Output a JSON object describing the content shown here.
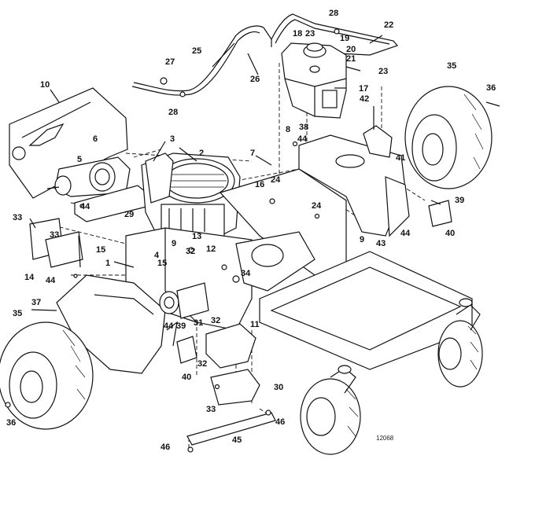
{
  "diagram": {
    "reference_number": "12068",
    "part_callouts": [
      "1",
      "2",
      "3",
      "4",
      "5",
      "6",
      "7",
      "8",
      "9",
      "9",
      "10",
      "11",
      "12",
      "13",
      "14",
      "15",
      "15",
      "16",
      "17",
      "18",
      "19",
      "20",
      "21",
      "22",
      "23",
      "23",
      "24",
      "24",
      "25",
      "26",
      "27",
      "28",
      "28",
      "29",
      "30",
      "31",
      "32",
      "32",
      "32",
      "33",
      "33",
      "33",
      "34",
      "35",
      "35",
      "36",
      "36",
      "37",
      "38",
      "39",
      "39",
      "40",
      "40",
      "41",
      "42",
      "43",
      "44",
      "44",
      "44",
      "44",
      "45",
      "46",
      "46"
    ]
  }
}
